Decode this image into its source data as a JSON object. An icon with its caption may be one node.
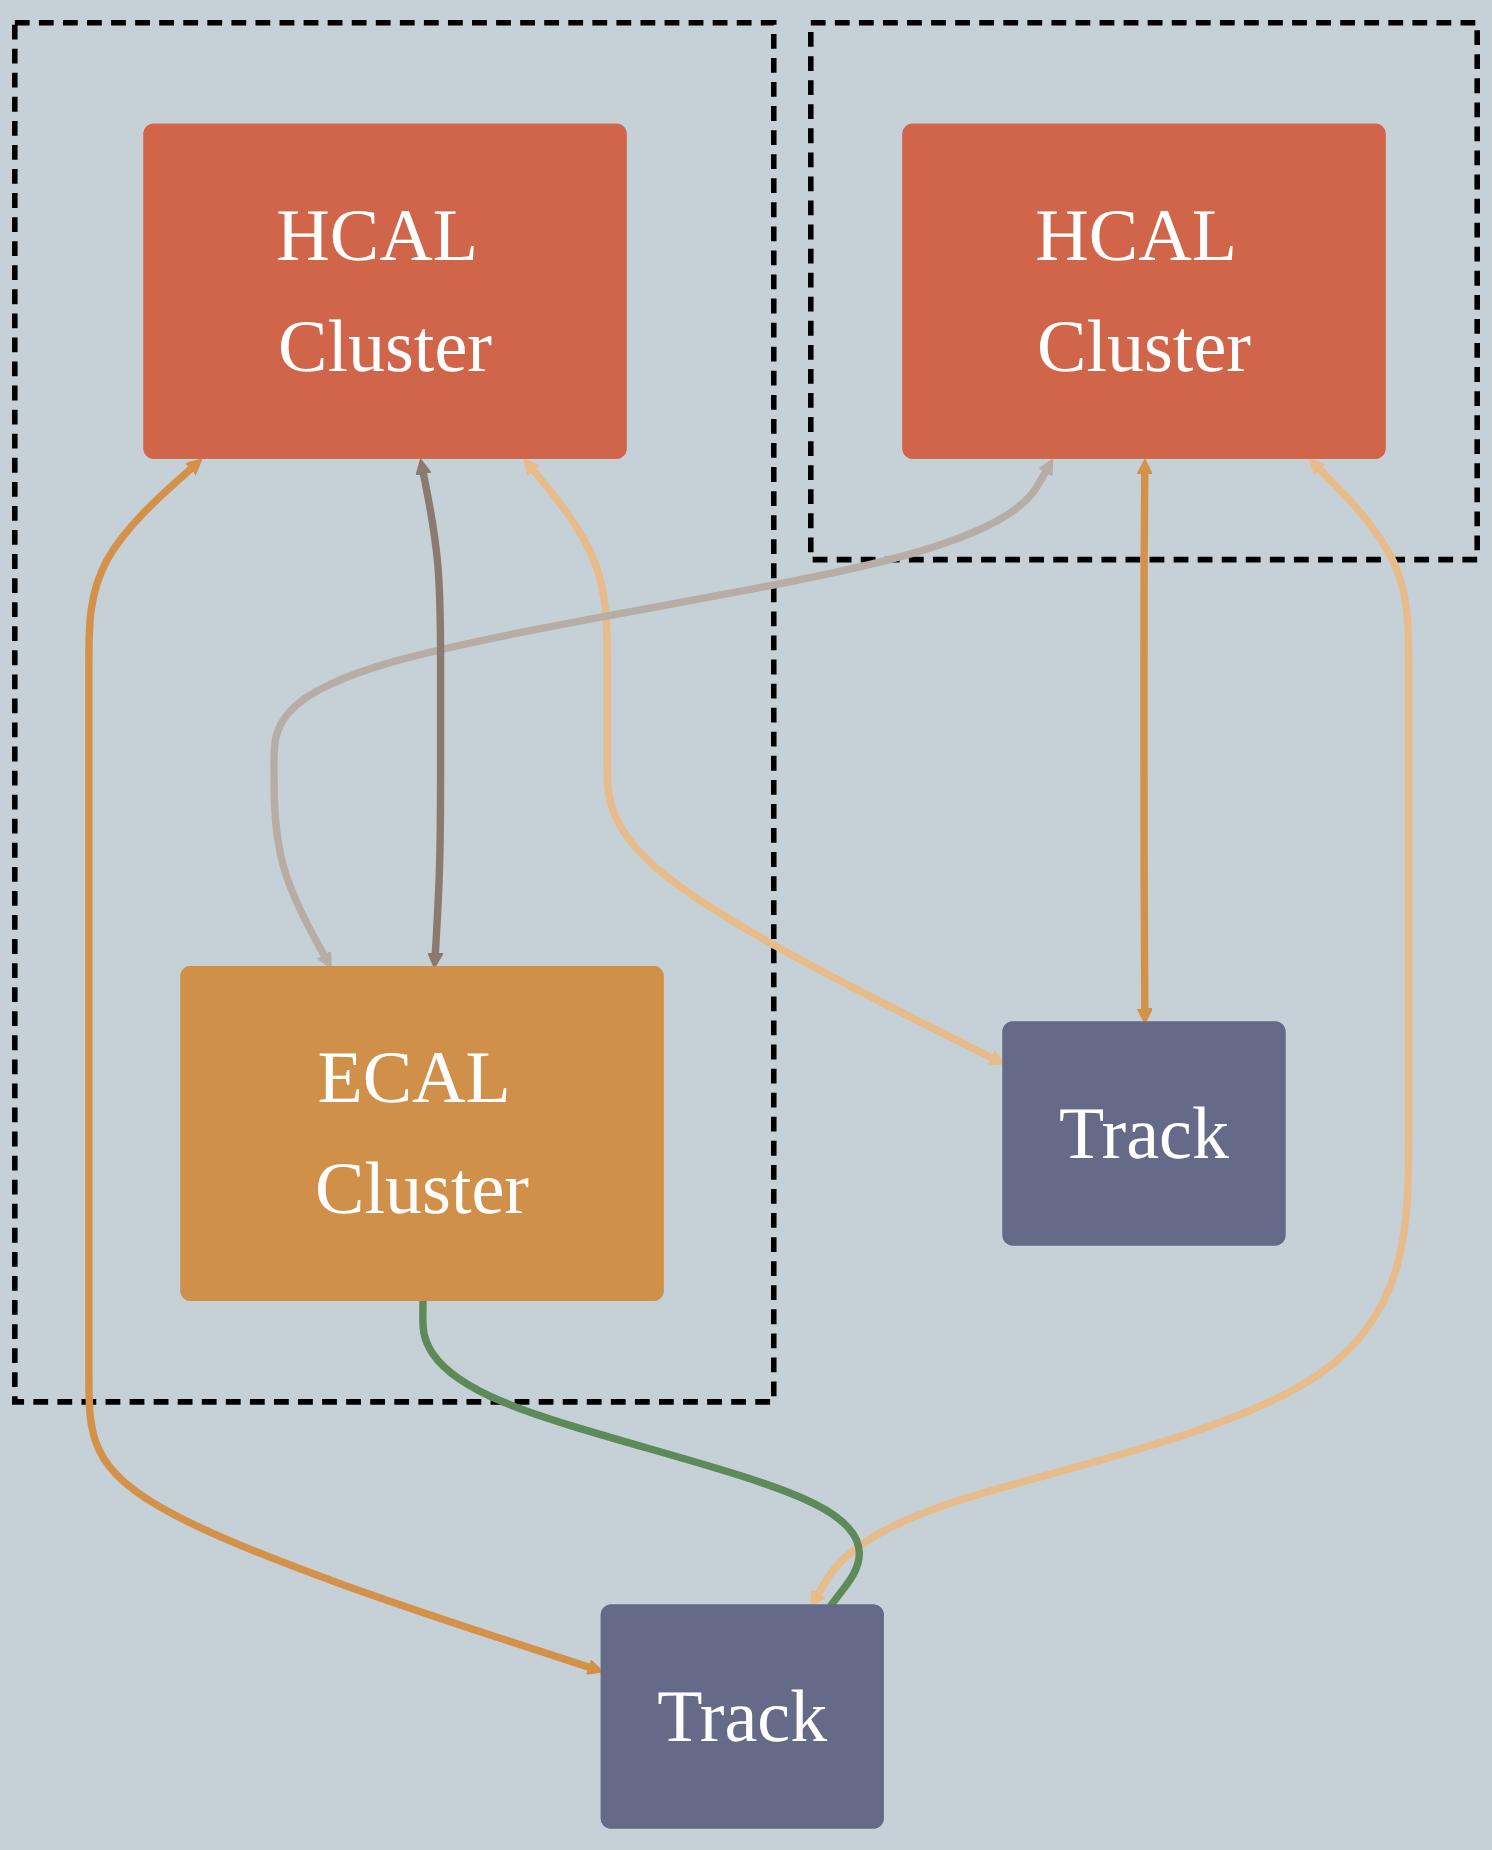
{
  "diagram": {
    "nodes": [
      {
        "text": [],
        "shape": "box"
      },
      {
        "text": [
          "HCAL Cluster"
        ],
        "in": 0
      },
      {
        "text": [],
        "shape": "box"
      },
      {
        "text": [
          "HCAL Cluster"
        ],
        "in": 2
      },
      {
        "text": [
          "ECAL Cluster"
        ],
        "in": 2
      },
      {
        "text": [
          "Track"
        ]
      },
      {
        "text": [
          "Track"
        ]
      }
    ],
    "edges": [
      {
        "from": 1,
        "to": 5,
        "arrow": "both",
        "color": "#d4914a"
      },
      {
        "from": 3,
        "to": 6,
        "arrow": "both",
        "color": "#d4914a"
      },
      {
        "from": 1,
        "to": 6,
        "arrow": "both",
        "color": "#e8bb8a"
      },
      {
        "from": 3,
        "to": 5,
        "arrow": "both",
        "color": "#e8bb8a"
      },
      {
        "from": 1,
        "to": 4,
        "arrow": "both",
        "color": "#b8ada6"
      },
      {
        "from": 3,
        "to": 4,
        "arrow": "both",
        "color": "#8a7a70"
      },
      {
        "from": 4,
        "to": 6,
        "arrow": "none",
        "color": "#5e8a5a"
      }
    ]
  }
}
